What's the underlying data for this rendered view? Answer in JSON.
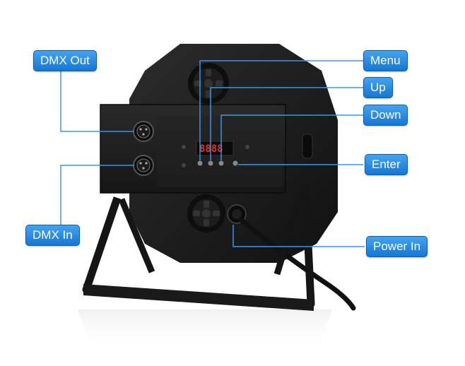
{
  "labels": {
    "dmx_out": "DMX Out",
    "dmx_in": "DMX In",
    "menu": "Menu",
    "up": "Up",
    "down": "Down",
    "enter": "Enter",
    "power_in": "Power In"
  },
  "display": {
    "digits": "8888"
  },
  "colors": {
    "callout": "#1f86e0",
    "leader_line": "#3b95e6",
    "body": "#1b1b1b",
    "display": "#e0332b"
  }
}
